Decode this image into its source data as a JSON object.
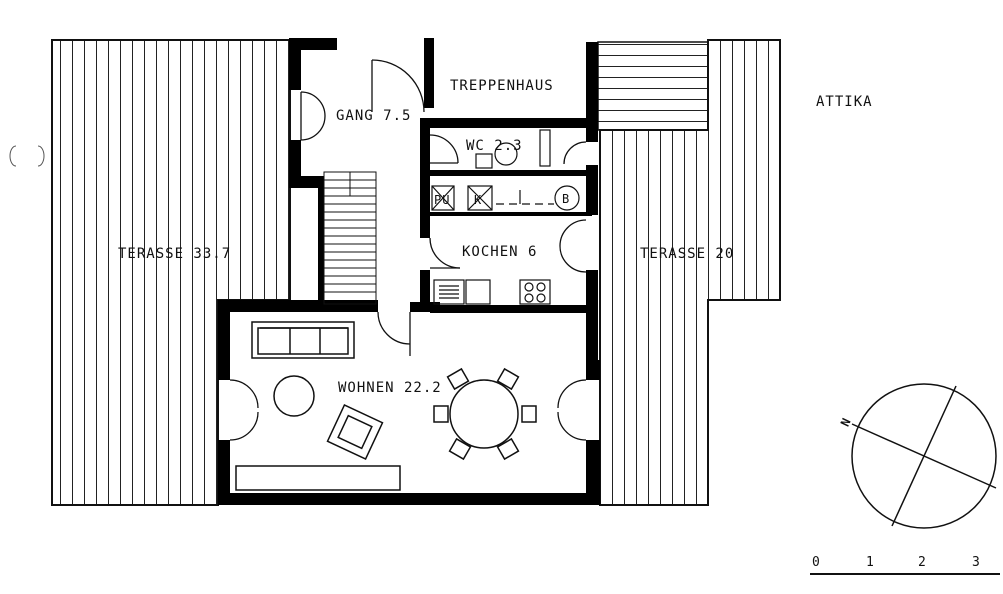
{
  "labels": {
    "terrace_west": "TERASSE 33.7",
    "terrace_east": "TERASSE 20",
    "corridor": "GANG 7.5",
    "stairwell": "TREPPENHAUS",
    "wc": "WC 2.3",
    "kitchen": "KOCHEN 6",
    "living": "WOHNEN 22.2",
    "attic": "ATTIKA",
    "appliance_pu": "PU",
    "appliance_k": "K",
    "appliance_b": "B"
  },
  "north_arrow": {
    "letter": "N"
  },
  "scale_bar": {
    "ticks": [
      "0",
      "1",
      "2",
      "3"
    ]
  }
}
